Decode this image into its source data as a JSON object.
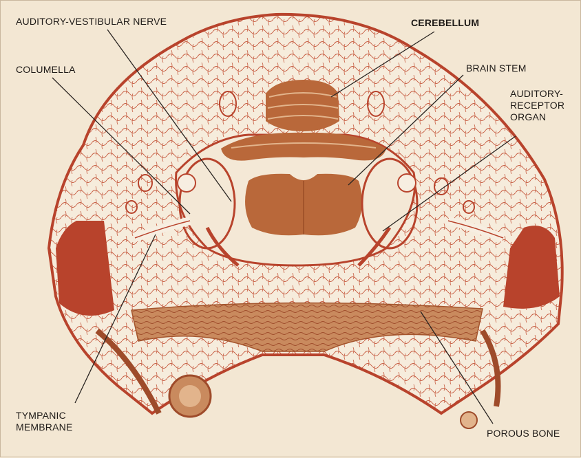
{
  "labels": {
    "auditory_vestibular_nerve": "AUDITORY-VESTIBULAR NERVE",
    "cerebellum": "CEREBELLUM",
    "columella": "COLUMELLA",
    "brain_stem": "BRAIN STEM",
    "auditory_receptor_organ": [
      "AUDITORY-",
      "RECEPTOR",
      "ORGAN"
    ],
    "tympanic_membrane": [
      "TYMPANIC",
      "MEMBRANE"
    ],
    "porous_bone": "POROUS BONE"
  },
  "colors": {
    "background": "#f3e7d3",
    "tissue_red": "#b8432c",
    "tissue_brown": "#a4552d",
    "brain": "#b9683a",
    "muscle": "#c27a4e",
    "leader": "#2a2522"
  }
}
